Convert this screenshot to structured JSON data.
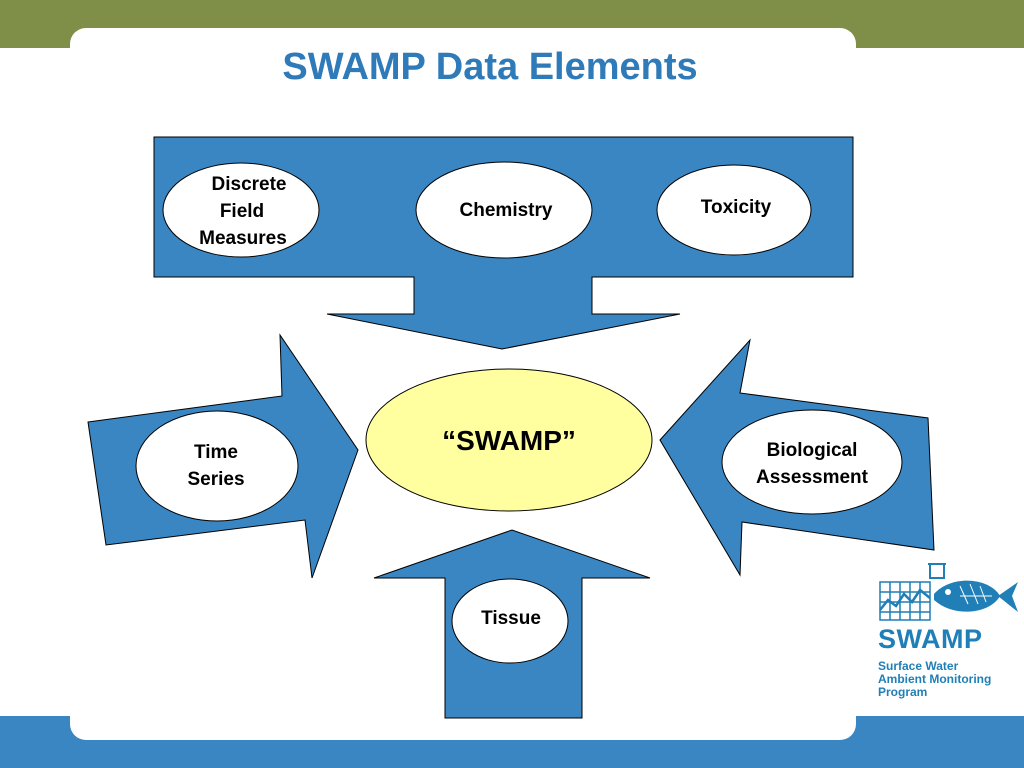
{
  "title": "SWAMP Data Elements",
  "nodes": {
    "discrete": [
      "Discrete",
      "Field",
      "Measures"
    ],
    "chemistry": "Chemistry",
    "toxicity": "Toxicity",
    "center": "“SWAMP”",
    "time_series": [
      "Time",
      "Series"
    ],
    "biological": [
      "Biological",
      "Assessment"
    ],
    "tissue": "Tissue"
  },
  "logo": {
    "name": "SWAMP",
    "tagline": [
      "Surface Water",
      "Ambient Monitoring",
      "Program"
    ]
  },
  "colors": {
    "arrow_fill": "#3a86c2",
    "center_fill": "#ffffa0",
    "title": "#2f7ab8",
    "top_band": "#7f8f47",
    "bottom_band": "#3a86c2"
  }
}
